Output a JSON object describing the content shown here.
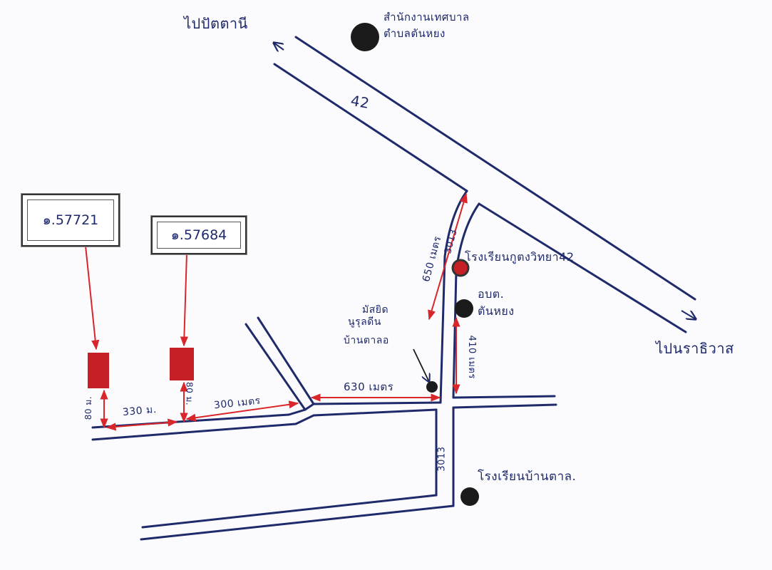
{
  "colors": {
    "road": "#1f2a6b",
    "measure": "#d8262a",
    "land": "#c42025",
    "marker_dark": "#1b1b1b",
    "marker_red": "#c42025"
  },
  "places": {
    "to_pattani": "ไปปัตตานี",
    "to_narathiwat": "ไปนราธิวาส",
    "municipal_office_line1": "สำนักงานเทศบาล",
    "municipal_office_line2": "ตำบลตันหยง",
    "school_42": "โรงเรียนกูตงวิทยา42",
    "sao_line1": "อบต.",
    "sao_line2": "ตันหยง",
    "mosque_line1": "มัสยิด",
    "mosque_line2": "นูรุลดีน",
    "mosque_line3": "บ้านตาลอ",
    "school_bantalo": "โรงเรียนบ้านตาล."
  },
  "roads": {
    "highway": "42",
    "side_road": "3013"
  },
  "parcels": {
    "parcel_1": "๑.57721",
    "parcel_2": "๑.57684"
  },
  "measures": {
    "north_segment": "650 เมตร",
    "east_segment": "410 เมตร",
    "main_road": "630 เมตร",
    "middle_road": "300 เมตร",
    "between_parcels": "330 ม.",
    "parcel_1_setback": "80 ม.",
    "parcel_2_setback": "80 ม."
  }
}
